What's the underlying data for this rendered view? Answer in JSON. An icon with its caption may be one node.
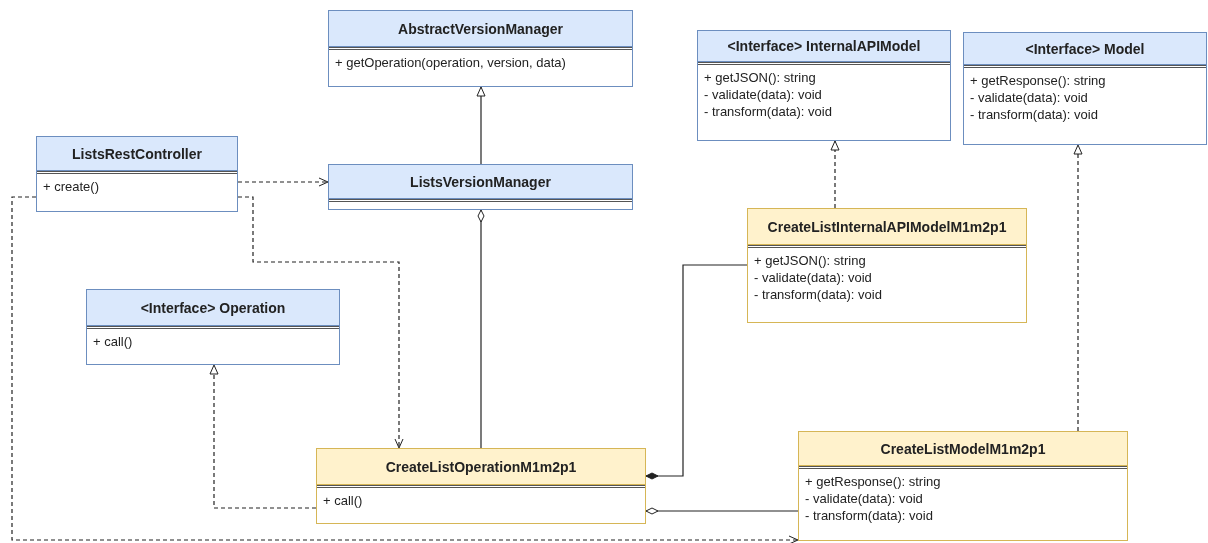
{
  "diagram": {
    "nodes": [
      {
        "text": [
          "AbstractVersionManager",
          "+ getOperation(operation, version, data)"
        ]
      },
      {
        "text": [
          "<Interface> InternalAPIModel",
          "+ getJSON(): string",
          "- validate(data): void",
          "- transform(data): void"
        ]
      },
      {
        "text": [
          "<Interface> Model",
          "+ getResponse(): string",
          "- validate(data): void",
          "- transform(data): void"
        ]
      },
      {
        "text": [
          "ListsRestController",
          "+ create()"
        ]
      },
      {
        "text": [
          "ListsVersionManager"
        ]
      },
      {
        "text": [
          "CreateListInternalAPIModelM1m2p1",
          "+ getJSON(): string",
          "- validate(data): void",
          "- transform(data): void"
        ]
      },
      {
        "text": [
          "<Interface> Operation",
          "+ call()"
        ]
      },
      {
        "text": [
          "CreateListOperationM1m2p1",
          "+ call()"
        ]
      },
      {
        "text": [
          "CreateListModelM1m2p1",
          "+ getResponse(): string",
          "- validate(data): void",
          "- transform(data): void"
        ]
      }
    ],
    "edges": [
      {
        "from": 4,
        "to": 0,
        "arrow": "to"
      },
      {
        "from": 3,
        "to": 4,
        "arrow": "to",
        "style": "dashed"
      },
      {
        "from": 3,
        "to": 7,
        "arrow": "to",
        "style": "dashed"
      },
      {
        "from": 3,
        "to": 8,
        "arrow": "to",
        "style": "dashed"
      },
      {
        "from": 7,
        "to": 4,
        "arrow": "other"
      },
      {
        "from": 5,
        "to": 7,
        "arrow": "other"
      },
      {
        "from": 8,
        "to": 7,
        "arrow": "other"
      },
      {
        "from": 7,
        "to": 6,
        "arrow": "to",
        "style": "dashed"
      },
      {
        "from": 5,
        "to": 1,
        "arrow": "to",
        "style": "dashed"
      },
      {
        "from": 8,
        "to": 2,
        "arrow": "to",
        "style": "dashed"
      }
    ]
  }
}
